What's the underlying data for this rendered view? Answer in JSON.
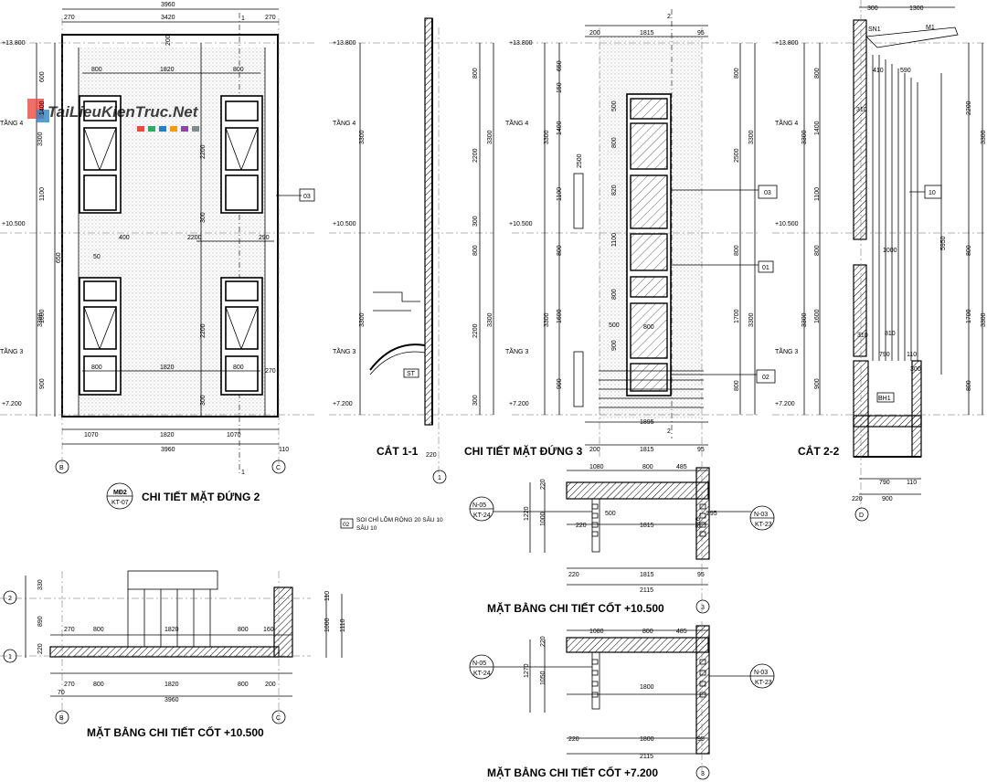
{
  "watermark": "TaiLieuKienTruc.Net",
  "titles": {
    "elev2": "CHI TIẾT MẶT ĐỨNG 2",
    "cut11": "CẮT 1-1",
    "elev3": "CHI TIẾT MẶT ĐỨNG 3",
    "cut22": "CẮT 2-2",
    "plan_left": "MẶT BẰNG CHI TIẾT CỐT +10.500",
    "plan_mid": "MẶT BẰNG CHI TIẾT CỐT +10.500",
    "plan_bot": "MẶT BẰNG CHI TIẾT CỐT +7.200"
  },
  "levels": {
    "l13800": "+13.800",
    "l10500": "+10.500",
    "l7200": "+7.200"
  },
  "floors": {
    "f4": "TẦNG 4",
    "f3": "TẦNG 3"
  },
  "tags": {
    "md2": "MĐ2",
    "md2_sub": "KT-07",
    "n05": "N-05",
    "n05_sub": "KT-24",
    "n03": "N-03",
    "n03_sub": "KT-23",
    "c01": "01",
    "c02": "02",
    "c03": "03",
    "c10": "10",
    "st": "ST",
    "sn": "SN1",
    "m1": "M1",
    "bh1": "BH1"
  },
  "note": {
    "code": "02",
    "line1": "SOI CHỈ LÕM RỘNG 20 SÂU 10",
    "line2": "SÂU 10"
  },
  "axes": {
    "b": "B",
    "c": "C",
    "d": "D",
    "one": "1",
    "two": "2",
    "three": "3"
  },
  "cut_marks": {
    "one": "1",
    "two": "2"
  },
  "dims": {
    "d3960": "3960",
    "d3420": "3420",
    "d270": "270",
    "d200": "200",
    "d800": "800",
    "d1820": "1820",
    "d1070": "1070",
    "d110": "110",
    "d600": "600",
    "d1400": "1400",
    "d3300": "3300",
    "d1100": "1100",
    "d2200": "2200",
    "d300": "300",
    "d650": "650",
    "d1600": "1600",
    "d900": "900",
    "d400": "400",
    "d290": "290",
    "d50": "50",
    "d1815": "1815",
    "d95": "95",
    "d150": "150",
    "d500": "500",
    "d820": "820",
    "d2500": "2500",
    "d1700": "1700",
    "d1895": "1895",
    "d1300": "1300",
    "d410": "410",
    "d590": "590",
    "d310": "310",
    "d5950": "5950",
    "d1000": "1000",
    "d810": "810",
    "d790": "790",
    "d220": "220",
    "d1080": "1080",
    "d485": "485",
    "d1220": "1220",
    "d595": "595",
    "d816": "816",
    "d2115": "2115",
    "d330": "330",
    "d890": "890",
    "d160": "160",
    "d70": "70",
    "d1110": "1110",
    "d1270": "1270",
    "d1050": "1050",
    "d1800": "1800"
  }
}
